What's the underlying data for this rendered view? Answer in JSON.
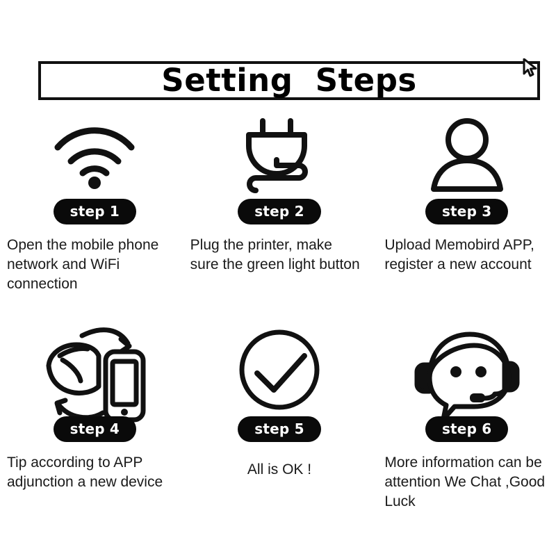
{
  "page": {
    "background_color": "#ffffff",
    "text_color": "#1a1a1a",
    "accent_color": "#0a0a0a"
  },
  "banner": {
    "title": "Setting  Steps",
    "border_color": "#111111",
    "fill_color": "#ffffff",
    "cursor_icon": "cursor-pointer-icon"
  },
  "steps": [
    {
      "id": "step-1",
      "icon": "wifi-icon",
      "badge": "step 1",
      "caption": "Open the mobile phone\nnetwork and WiFi connection"
    },
    {
      "id": "step-2",
      "icon": "power-plug-icon",
      "badge": "step 2",
      "caption": "Plug the printer, make\nsure the green light button"
    },
    {
      "id": "step-3",
      "icon": "user-account-icon",
      "badge": "step 3",
      "caption": "Upload Memobird APP,\nregister a new account"
    },
    {
      "id": "step-4",
      "icon": "device-phone-sync-icon",
      "badge": "step 4",
      "caption": "Tip according to APP\nadjunction a new device"
    },
    {
      "id": "step-5",
      "icon": "check-circle-icon",
      "badge": "step 5",
      "caption": "All is OK !"
    },
    {
      "id": "step-6",
      "icon": "support-headset-icon",
      "badge": "step 6",
      "caption": "More information can be\nattention We Chat ,Good Luck"
    }
  ]
}
